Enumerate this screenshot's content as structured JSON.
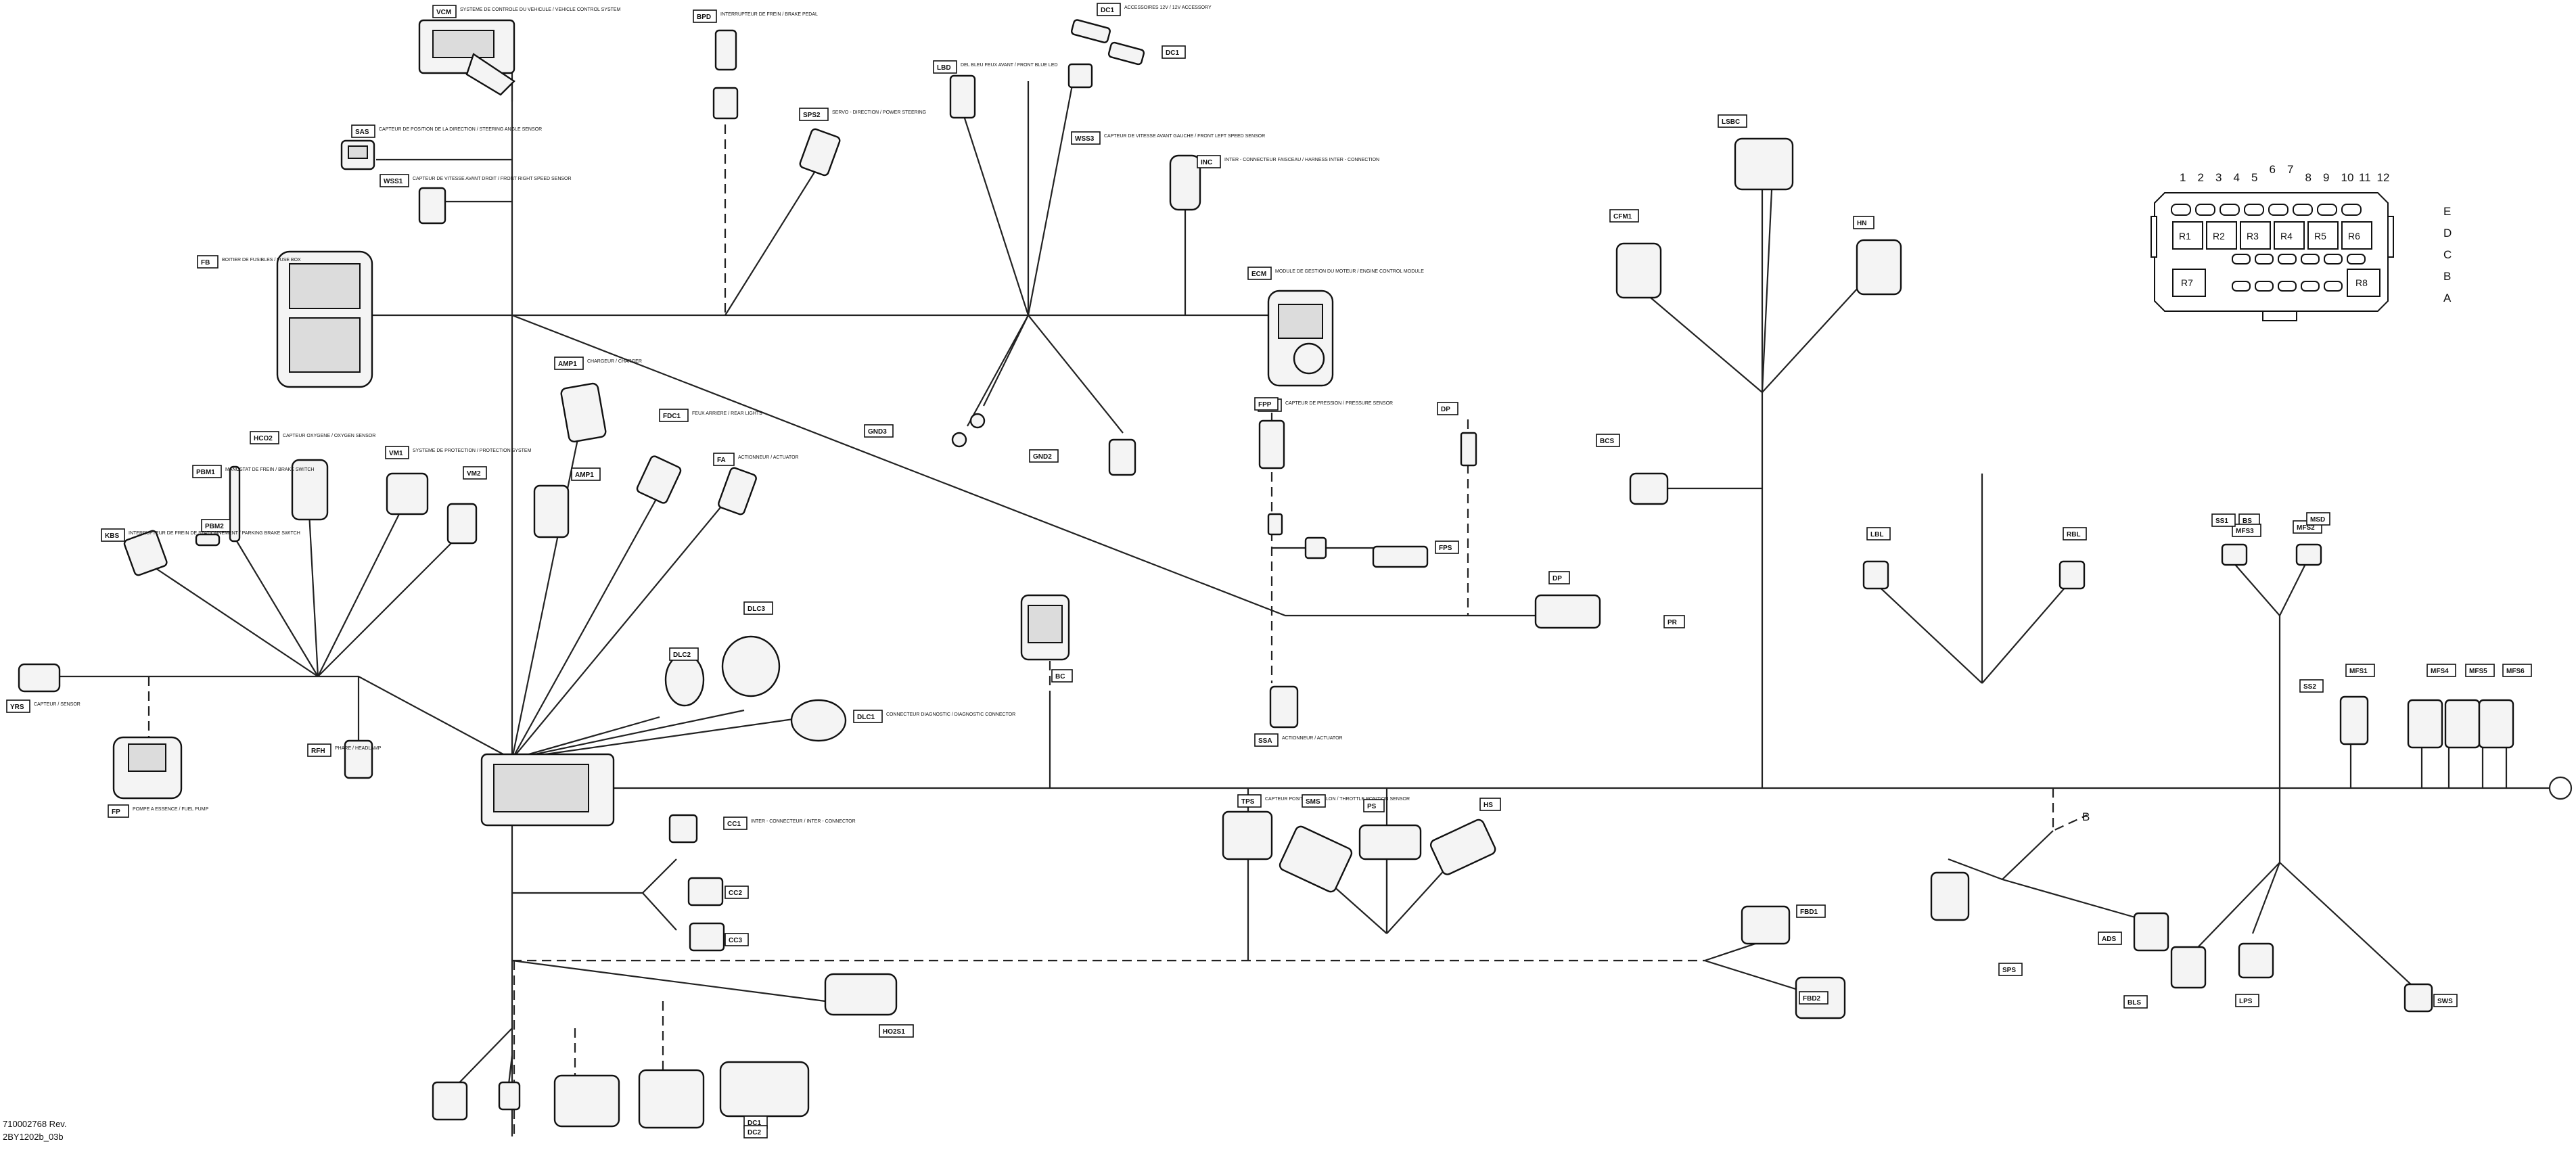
{
  "footer": {
    "doc_number": "710002768 Rev.",
    "sheet": "2BY1202b_03b"
  },
  "branch_label": "B",
  "fuse_box": {
    "columns": [
      "1",
      "2",
      "3",
      "4",
      "5",
      "6",
      "7",
      "8",
      "9",
      "10",
      "11",
      "12"
    ],
    "rows": [
      "E",
      "D",
      "C",
      "B",
      "A"
    ],
    "relays": [
      "R1",
      "R2",
      "R3",
      "R4",
      "R5",
      "R6",
      "R7",
      "R8"
    ]
  },
  "connectors": {
    "vcm": {
      "tag": "VCM",
      "desc": "SYSTEME DE CONTROLE DU VEHICULE / VEHICLE CONTROL SYSTEM"
    },
    "sas": {
      "tag": "SAS",
      "desc": "CAPTEUR DE POSITION DE LA DIRECTION / STEERING ANGLE SENSOR"
    },
    "wss1": {
      "tag": "WSS1",
      "desc": "CAPTEUR DE VITESSE AVANT DROIT / FRONT RIGHT SPEED SENSOR"
    },
    "fb": {
      "tag": "FB",
      "desc": "BOITIER DE FUSIBLES / FUSE BOX"
    },
    "bpd": {
      "tag": "BPD",
      "desc": "INTERRUPTEUR DE FREIN / BRAKE PEDAL"
    },
    "sps2": {
      "tag": "SPS2",
      "desc": "SERVO - DIRECTION / POWER STEERING"
    },
    "lbd": {
      "tag": "LBD",
      "desc": "DEL BLEU FEUX AVANT / FRONT BLUE LED"
    },
    "dc1": {
      "tag": "DC1",
      "desc": "ACCESSOIRES 12V / 12V ACCESSORY"
    },
    "dc2": {
      "tag": "DC1",
      "desc": ""
    },
    "wss3": {
      "tag": "WSS3",
      "desc": "CAPTEUR DE VITESSE AVANT GAUCHE / FRONT LEFT SPEED SENSOR"
    },
    "ic": {
      "tag": "INC",
      "desc": "INTER - CONNECTEUR FAISCEAU / HARNESS INTER - CONNECTION"
    },
    "ecm": {
      "tag": "ECM",
      "desc": "MODULE DE GESTION DU MOTEUR / ENGINE CONTROL MODULE"
    },
    "gnd": {
      "tag": "GND3",
      "desc": ""
    },
    "gnd2": {
      "tag": "GND2",
      "desc": ""
    },
    "pmp": {
      "tag": "PMP",
      "desc": "CAPTEUR DE PRESSION / PRESSURE SENSOR"
    },
    "dp": {
      "tag": "DP",
      "desc": ""
    },
    "amp1": {
      "tag": "AMP1",
      "desc": "CHARGEUR / CHARGER"
    },
    "amp2": {
      "tag": "AMP1",
      "desc": ""
    },
    "fdc1": {
      "tag": "FDC1",
      "desc": "FEUX ARRIERE / REAR LIGHTS"
    },
    "fa": {
      "tag": "FA",
      "desc": "ACTIONNEUR / ACTUATOR"
    },
    "hco2": {
      "tag": "HCO2",
      "desc": "CAPTEUR OXYGENE / OXYGEN SENSOR"
    },
    "vm1": {
      "tag": "VM1",
      "desc": "SYSTEME DE PROTECTION / PROTECTION SYSTEM"
    },
    "vm2": {
      "tag": "VM2",
      "desc": ""
    },
    "pbm1": {
      "tag": "PBM1",
      "desc": "MANOSTAT DE FREIN / BRAKE SWITCH"
    },
    "pbm2": {
      "tag": "PBM2",
      "desc": ""
    },
    "kbs": {
      "tag": "KBS",
      "desc": "INTERRUPTEUR DE FREIN DE STATIONNEMENT / PARKING BRAKE SWITCH"
    },
    "ys": {
      "tag": "YRS",
      "desc": "CAPTEUR / SENSOR"
    },
    "fp": {
      "tag": "FP",
      "desc": "POMPE A ESSENCE / FUEL PUMP"
    },
    "rfh": {
      "tag": "RFH",
      "desc": "PHARE / HEADLAMP"
    },
    "dlc1": {
      "tag": "DLC1",
      "desc": "CONNECTEUR DIAGNOSTIC / DIAGNOSTIC CONNECTOR"
    },
    "dlc2": {
      "tag": "DLC2",
      "desc": ""
    },
    "dlc3": {
      "tag": "DLC3",
      "desc": ""
    },
    "bc": {
      "tag": "BC",
      "desc": ""
    },
    "cc1": {
      "tag": "CC1",
      "desc": "INTER - CONNECTEUR / INTER - CONNECTOR"
    },
    "cc2": {
      "tag": "CC2",
      "desc": ""
    },
    "cc3": {
      "tag": "CC3",
      "desc": ""
    },
    "tps": {
      "tag": "TPS",
      "desc": "CAPTEUR POSITION PAPILLON / THROTTLE POSITION SENSOR"
    },
    "pr": {
      "tag": "PR",
      "desc": ""
    },
    "fps": {
      "tag": "FPS",
      "desc": ""
    },
    "fpp": {
      "tag": "FPP",
      "desc": ""
    },
    "dp2": {
      "tag": "DP",
      "desc": ""
    },
    "ssa": {
      "tag": "SSA",
      "desc": "ACTIONNEUR / ACTUATOR"
    },
    "sms": {
      "tag": "SMS",
      "desc": ""
    },
    "ps": {
      "tag": "PS",
      "desc": ""
    },
    "hs": {
      "tag": "HS",
      "desc": ""
    },
    "bs": {
      "tag": "BS",
      "desc": ""
    },
    "mfs2": {
      "tag": "MFS2",
      "desc": ""
    },
    "mfs3": {
      "tag": "MFS3",
      "desc": ""
    },
    "msd": {
      "tag": "MSD",
      "desc": ""
    },
    "ss1": {
      "tag": "SS1",
      "desc": ""
    },
    "ss2": {
      "tag": "SS2",
      "desc": ""
    },
    "lbl": {
      "tag": "LBL",
      "desc": ""
    },
    "rbl": {
      "tag": "RBL",
      "desc": ""
    },
    "mfs1": {
      "tag": "MFS1",
      "desc": ""
    },
    "mfs4": {
      "tag": "MFS4",
      "desc": ""
    },
    "mfs5": {
      "tag": "MFS5",
      "desc": ""
    },
    "mfs6": {
      "tag": "MFS6",
      "desc": ""
    },
    "fbd1": {
      "tag": "FBD1",
      "desc": ""
    },
    "fbd2": {
      "tag": "FBD2",
      "desc": ""
    },
    "sps": {
      "tag": "SPS",
      "desc": ""
    },
    "ads": {
      "tag": "ADS",
      "desc": ""
    },
    "bls": {
      "tag": "BLS",
      "desc": ""
    },
    "lps": {
      "tag": "LPS",
      "desc": ""
    },
    "sws": {
      "tag": "SWS",
      "desc": ""
    },
    "cfm1": {
      "tag": "CFM1",
      "desc": ""
    },
    "lsbc": {
      "tag": "LSBC",
      "desc": ""
    },
    "hn": {
      "tag": "HN",
      "desc": ""
    },
    "bcs": {
      "tag": "BCS",
      "desc": ""
    },
    "dc3": {
      "tag": "DC1",
      "desc": ""
    },
    "dc4": {
      "tag": "DC2",
      "desc": ""
    },
    "hoz": {
      "tag": "HO2S1",
      "desc": ""
    }
  }
}
